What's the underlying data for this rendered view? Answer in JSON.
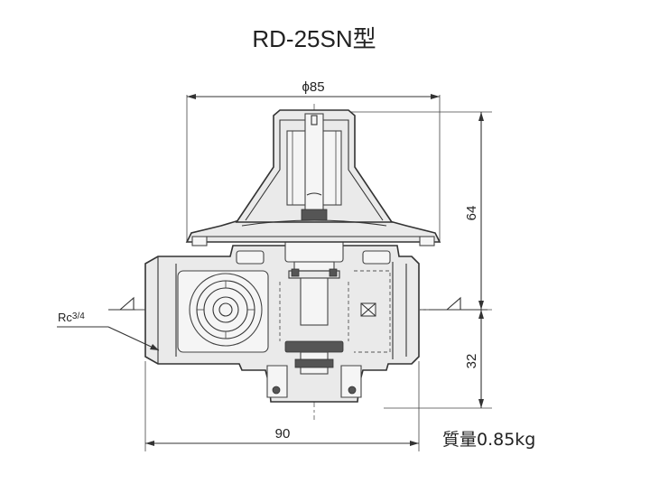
{
  "title": "RD-25SN型",
  "dimensions": {
    "diameter": "ϕ85",
    "height_upper": "64",
    "height_lower": "32",
    "width": "90"
  },
  "port_label": {
    "base": "Rc",
    "fraction": "3/4"
  },
  "weight_label": "質量0.85kg"
}
